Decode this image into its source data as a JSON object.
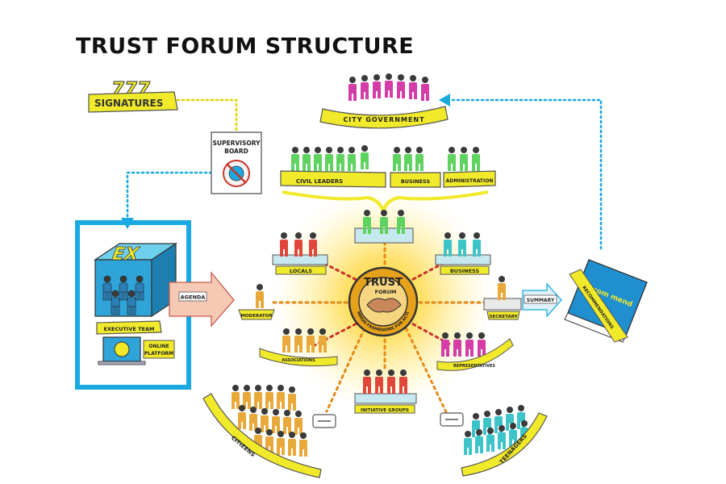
{
  "title": "TRUST FORUM STRUCTURE",
  "signatures": {
    "number": "777",
    "label": "SIGNATURES"
  },
  "supervisory_board": {
    "line1": "SUPERVISORY",
    "line2": "BOARD"
  },
  "city_government": "CITY GOVERNMENT",
  "groups": {
    "civil_leaders": "CIVIL LEADERS",
    "business": "BUSINESS",
    "administration": "ADMINISTRATION"
  },
  "executive": {
    "cube_label": "EX",
    "team_label": "EXECUTIVE TEAM",
    "agenda": "AGENDA",
    "online_platform_line1": "ONLINE",
    "online_platform_line2": "PLATFORM"
  },
  "trust_forum": {
    "top": "TRUST",
    "sub": "FORUM",
    "bottom": "COMMON FRAMEWORK FOR ACTION"
  },
  "spokes": {
    "locals": "LOCALS",
    "business": "BUSINESS",
    "moderator": "MODERATOR",
    "secretary": "SECRETARY",
    "summary": "SUMMARY",
    "left_lower": "ASSOCIATIONS",
    "right_lower": "REPRESENTATIVES",
    "bottom": "INITIATIVE GROUPS"
  },
  "crowds": {
    "citizens": "CITIZENS",
    "teenagers": "TEENAGERS"
  },
  "book": {
    "cover": "re com mend",
    "spine": "RECOMMENDATIONS"
  },
  "colors": {
    "accent_blue": "#1aa9e1",
    "yellow": "#f1ea2a",
    "dot_orange": "#e38a1a",
    "dot_red": "#c8342a",
    "magenta": "#d43ca8",
    "green": "#5fd35f",
    "orange": "#e8a93a",
    "teal": "#3cc4c8",
    "red": "#e0473a"
  }
}
